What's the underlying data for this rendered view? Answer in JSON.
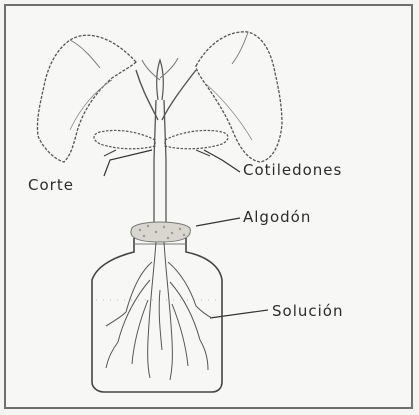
{
  "diagram": {
    "labels": {
      "corte": "Corte",
      "cotiledones": "Cotiledones",
      "algodon": "Algodón",
      "solucion": "Solución"
    }
  }
}
